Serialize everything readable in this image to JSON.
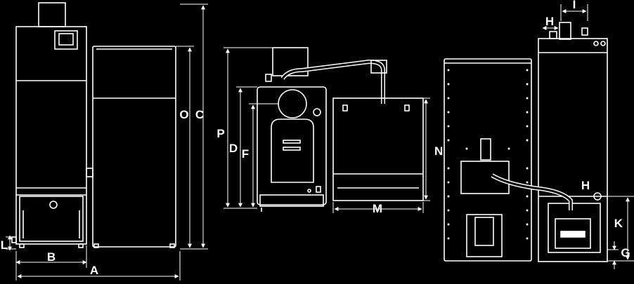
{
  "diagram": {
    "background": "#000000",
    "line_color": "#ffffff",
    "fill_color": "#000000",
    "dimension_labels": {
      "A": "A",
      "B": "B",
      "C": "C",
      "O": "O",
      "L": "L",
      "P": "P",
      "D": "D",
      "F": "F",
      "N": "N",
      "M": "M",
      "I": "I",
      "H_top": "H",
      "H_side": "H",
      "K": "K",
      "G": "G"
    },
    "views": [
      "front-view-left",
      "top-view-center",
      "rear-view-right"
    ]
  }
}
